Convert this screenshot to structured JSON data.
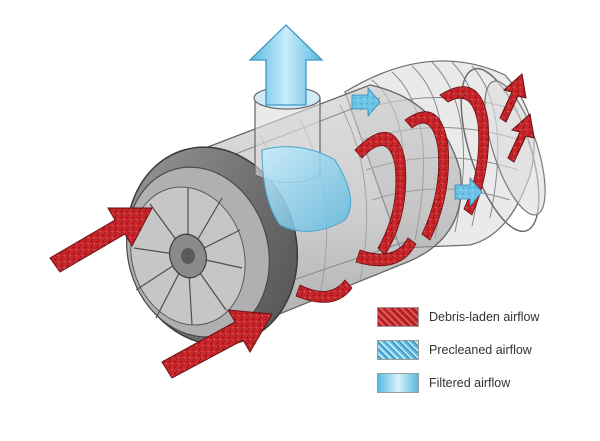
{
  "colors": {
    "debris": "#c8252a",
    "precleaned": "#5ab9e0",
    "filtered": "#8fd6f3",
    "housing": "#7d7d7d"
  },
  "legend": {
    "items": [
      {
        "id": "debris",
        "label": "Debris-laden airflow",
        "icon": "red-speckled-swatch"
      },
      {
        "id": "precleaned",
        "label": "Precleaned airflow",
        "icon": "blue-speckled-swatch"
      },
      {
        "id": "filtered",
        "label": "Filtered airflow",
        "icon": "light-blue-swatch"
      }
    ]
  }
}
